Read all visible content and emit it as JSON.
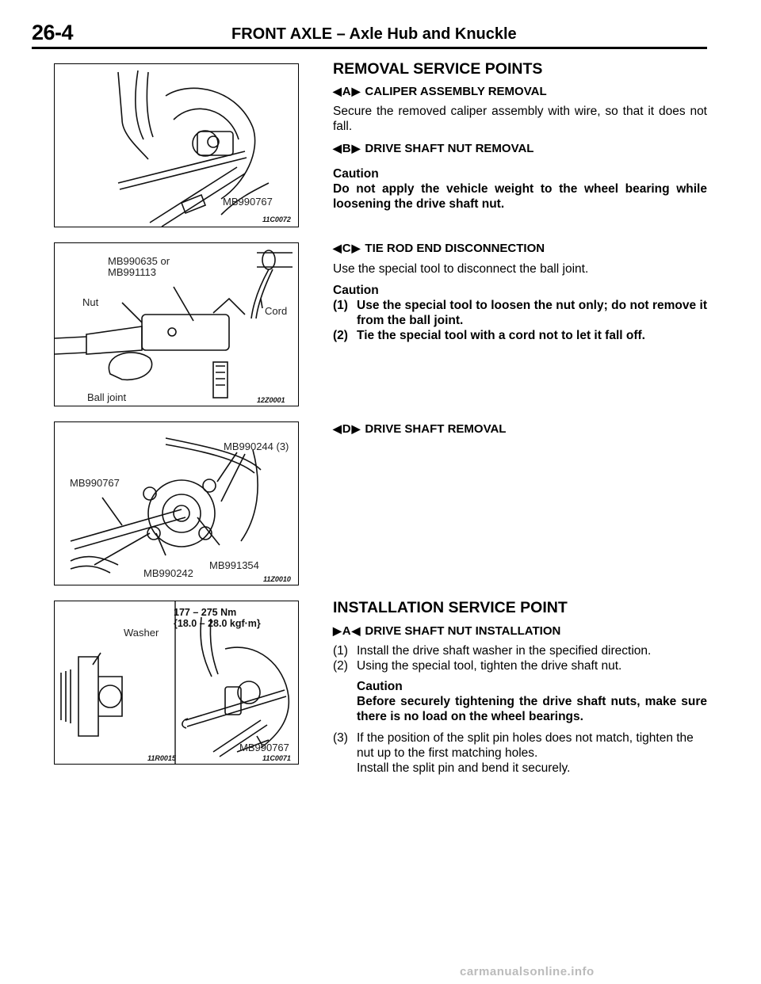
{
  "header": {
    "page_number": "26-4",
    "title": "FRONT AXLE – Axle Hub and Knuckle"
  },
  "figures": {
    "fig1": {
      "label_tool": "MB990767",
      "code": "11C0072"
    },
    "fig2": {
      "label_tool_line1": "MB990635 or",
      "label_tool_line2": "MB991113",
      "label_nut": "Nut",
      "label_cord": "Cord",
      "label_ball_joint": "Ball joint",
      "code": "12Z0001"
    },
    "fig3": {
      "label_tool_3": "MB990244 (3)",
      "label_tool_767": "MB990767",
      "label_tool_242": "MB990242",
      "label_tool_354": "MB991354",
      "code": "11Z0010"
    },
    "fig4": {
      "torque_line1": "177 – 275 Nm",
      "torque_line2": "{18.0 – 28.0 kgf·m}",
      "label_washer": "Washer",
      "label_tool": "MB990767",
      "code_left": "11R0015",
      "code_right": "11C0071"
    }
  },
  "removal": {
    "heading": "REMOVAL SERVICE POINTS",
    "a": {
      "letter": "A",
      "title": "CALIPER ASSEMBLY REMOVAL",
      "body": "Secure the removed caliper assembly with wire, so that it does not fall."
    },
    "b": {
      "letter": "B",
      "title": "DRIVE SHAFT NUT REMOVAL",
      "caution_label": "Caution",
      "caution_text": "Do not apply the vehicle weight to the wheel bearing while loosening the drive shaft nut."
    },
    "c": {
      "letter": "C",
      "title": "TIE ROD END DISCONNECTION",
      "body": "Use the special tool to disconnect the ball joint.",
      "caution_label": "Caution",
      "item1_num": "(1)",
      "item1_text": "Use the special tool to loosen the nut only; do not remove it from the ball joint.",
      "item2_num": "(2)",
      "item2_text": "Tie the special tool with a cord not to let it fall off."
    },
    "d": {
      "letter": "D",
      "title": "DRIVE SHAFT REMOVAL"
    }
  },
  "installation": {
    "heading": "INSTALLATION SERVICE POINT",
    "a": {
      "letter": "A",
      "title": "DRIVE SHAFT NUT INSTALLATION",
      "item1_num": "(1)",
      "item1_text": "Install the drive shaft washer in the specified direction.",
      "item2_num": "(2)",
      "item2_text": "Using the special tool, tighten the drive shaft nut.",
      "caution_label": "Caution",
      "caution_text": "Before securely tightening the drive shaft nuts, make sure there is no load on the wheel bearings.",
      "item3_num": "(3)",
      "item3_line1": "If the position of the split pin holes does not match, tighten the nut up to the first matching holes.",
      "item3_line2": "Install the split pin and bend it securely."
    }
  },
  "footer": {
    "watermark": "carmanualsonline.info"
  }
}
